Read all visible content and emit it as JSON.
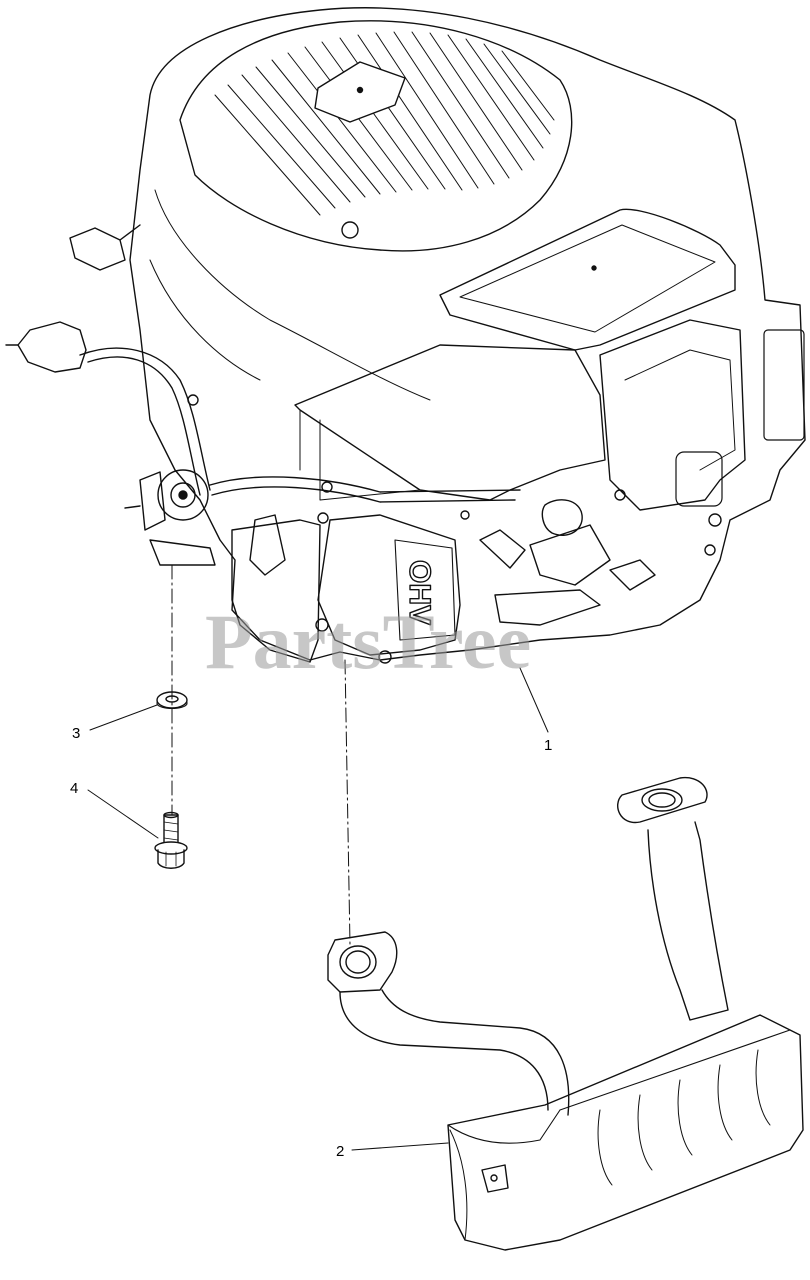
{
  "diagram": {
    "callouts": [
      {
        "id": "1",
        "label": "1"
      },
      {
        "id": "2",
        "label": "2"
      },
      {
        "id": "3",
        "label": "3"
      },
      {
        "id": "4",
        "label": "4"
      }
    ],
    "engine_brand_text": "OHV",
    "watermark_text": "PartsTree"
  }
}
